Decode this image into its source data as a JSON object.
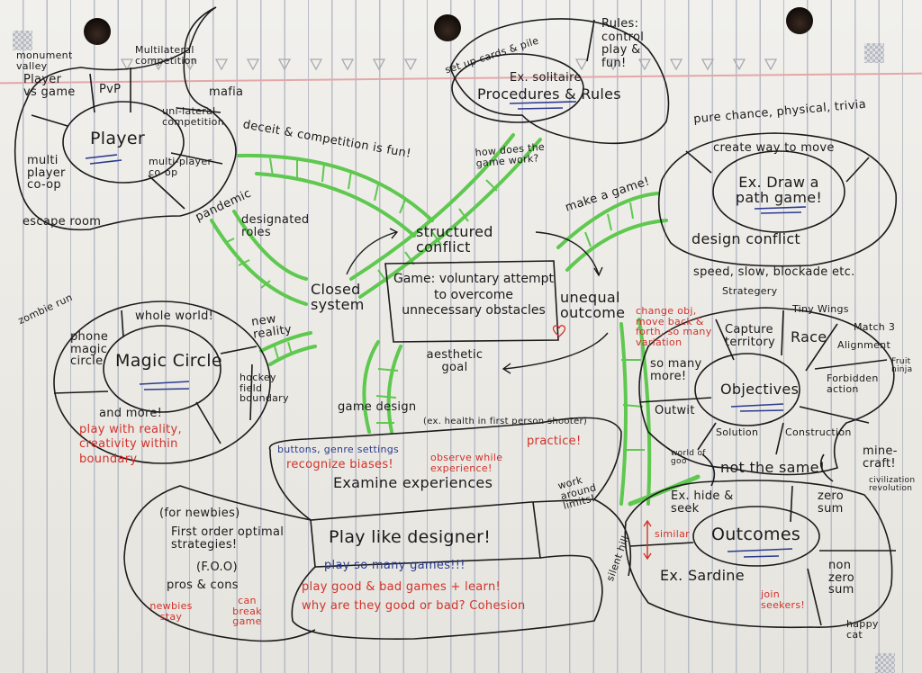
{
  "center": {
    "definition": "Game: voluntary attempt to overcome unnecessary obstacles"
  },
  "links": {
    "structured_conflict": "structured conflict",
    "closed_system": "Closed system",
    "unequal_outcome": "unequal outcome",
    "aesthetic_goal": "aesthetic goal",
    "deceit": "deceit & competition is fun!",
    "designated_roles": "designated roles",
    "how_work": "how does the game work?",
    "make_game": "make a game!",
    "new_reality": "new reality",
    "game_design": "game design",
    "silent_hill": "silent hill"
  },
  "player": {
    "title": "Player",
    "segments": [
      "Player vs game",
      "PvP",
      "uni-lateral competition",
      "multi-player co-op",
      "multi player co-op"
    ],
    "examples": [
      "monument valley",
      "Multilateral competition",
      "mafia",
      "pandemic",
      "escape room"
    ]
  },
  "rules": {
    "title": "Procedures & Rules",
    "example": "Ex. solitaire",
    "note_setup": "set up cards & pile",
    "note_rules": "Rules: control play & fun!"
  },
  "conflict": {
    "title": "Ex. Draw a path game!",
    "top": "create way to move",
    "bottom": "design conflict",
    "above": "pure chance, physical, trivia",
    "below": "speed, slow, blockade etc."
  },
  "magic_circle": {
    "title": "Magic Circle",
    "segments": [
      "whole world!",
      "phone magic circle",
      "hockey field boundary",
      "and more!"
    ],
    "example": "zombie run",
    "red_note": "play with reality, creativity within boundary"
  },
  "objectives": {
    "title": "Objectives",
    "segments": [
      "Capture territory",
      "Race",
      "Alignment",
      "Forbidden action",
      "Construction",
      "Solution",
      "Outwit",
      "so many more!"
    ],
    "examples": [
      "Strategery",
      "Tiny Wings",
      "Match 3",
      "Fruit ninja",
      "mine-craft!",
      "world of goo",
      "civilization revolution"
    ],
    "red_note": "change obj, move back & forth, so many variation",
    "bridge": "not the same!"
  },
  "outcomes": {
    "title": "Outcomes",
    "segments": [
      "Ex. hide & seek",
      "Ex. Sardine",
      "zero sum",
      "non zero sum"
    ],
    "red_similar": "similar",
    "red_join": "join seekers!",
    "corner": "happy cat"
  },
  "designer": {
    "title": "Play like designer!",
    "examine": "Examine experiences",
    "blue_buttons": "buttons, genre settings",
    "example": "(ex. health in first person shooter)",
    "red_recognize": "recognize biases!",
    "red_observe": "observe while experience!",
    "red_practice": "practice!",
    "work_around": "work around limits!",
    "newbies": "(for newbies)",
    "foos": "First order optimal strategies!",
    "foo": "(F.O.O)",
    "pros": "pros & cons",
    "red_newbies": "newbies stay",
    "red_break": "can break game",
    "blue_play": "play so many games!!!",
    "red_play_good": "play good & bad games + learn!",
    "red_why": "why are they good or bad? Cohesion"
  },
  "colors": {
    "ink": "#1b1b1b",
    "red": "#d2322b",
    "blue": "#2a3a8f",
    "green": "#5ec84f"
  }
}
